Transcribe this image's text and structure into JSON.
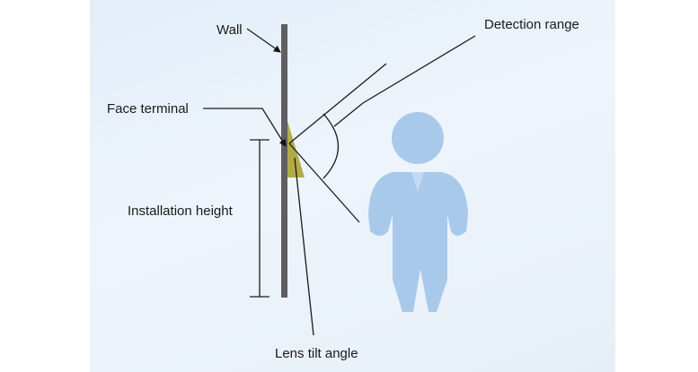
{
  "labels": {
    "wall": "Wall",
    "detection_range": "Detection range",
    "face_terminal": "Face terminal",
    "installation_height": "Installation height",
    "lens_tilt_angle": "Lens tilt angle"
  },
  "colors": {
    "wall": "#5f5f63",
    "terminal": "#b2ab4a",
    "person": "#a9c9ea",
    "line": "#1c1c1c"
  }
}
